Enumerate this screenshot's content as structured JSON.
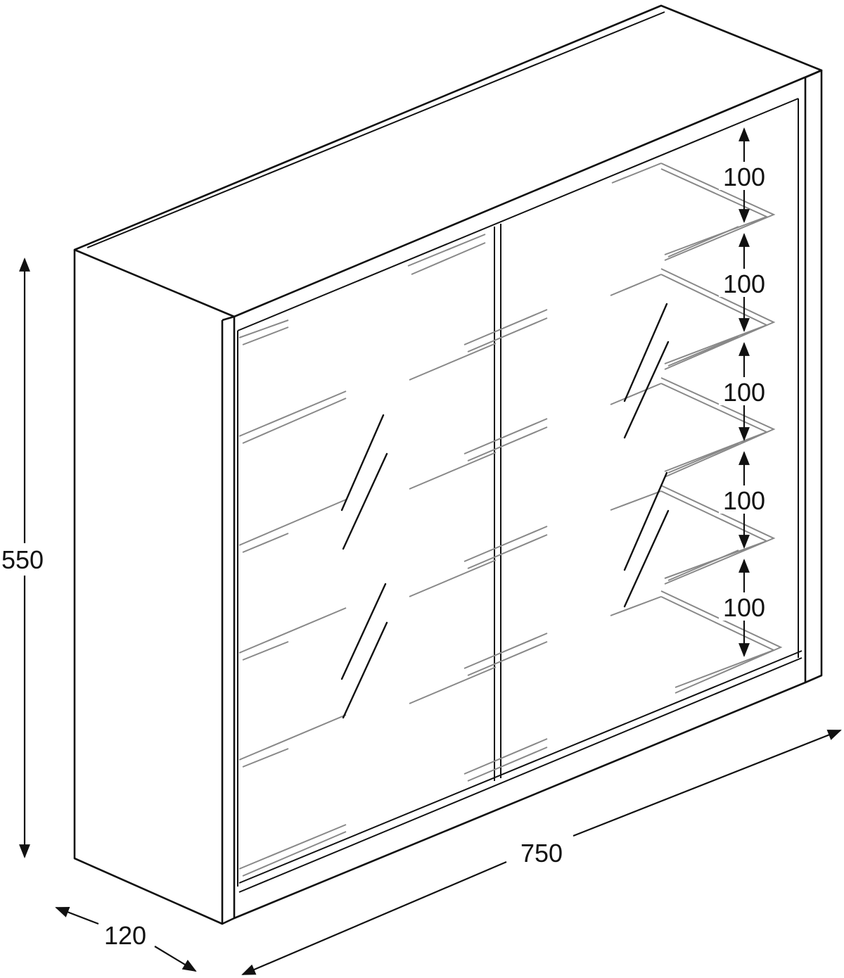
{
  "dimensions": {
    "height": "550",
    "width": "750",
    "depth": "120",
    "shelf_spacings": [
      "100",
      "100",
      "100",
      "100",
      "100"
    ]
  },
  "colors": {
    "outline": "#111111",
    "glass_lines": "#888888",
    "background": "#ffffff"
  }
}
